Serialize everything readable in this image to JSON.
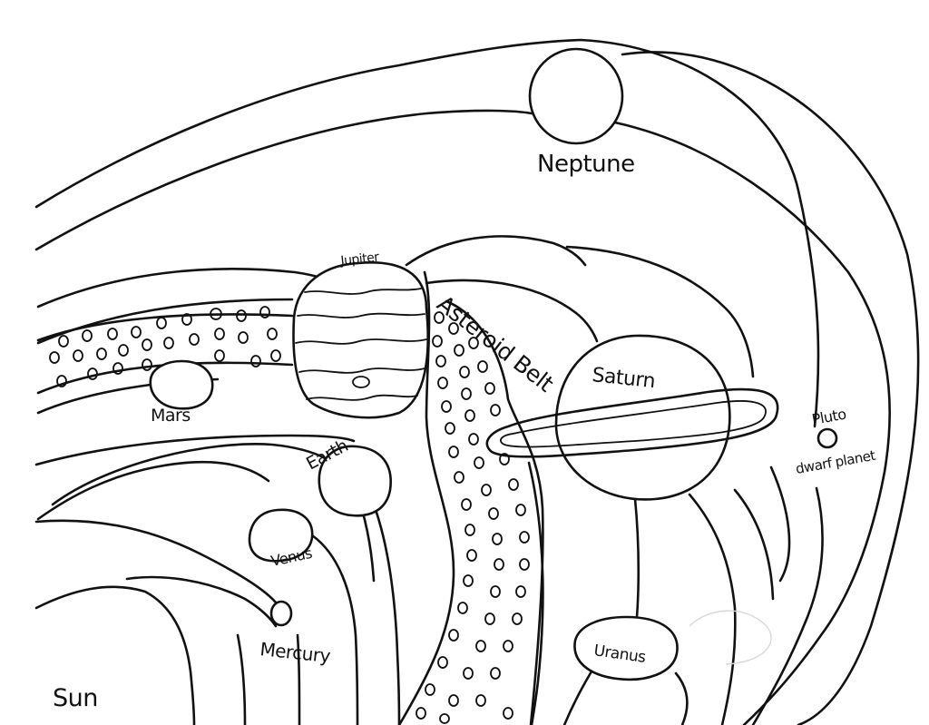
{
  "labels": {
    "neptune": "Neptune",
    "jupiter": "Jupiter",
    "asteroid_belt": "Asteroid Belt",
    "saturn": "Saturn",
    "pluto": "Pluto",
    "dwarf_planet": "dwarf planet",
    "mars": "Mars",
    "earth": "Earth",
    "venus": "Venus",
    "mercury": "Mercury",
    "uranus": "Uranus",
    "sun": "Sun"
  },
  "ink_color": "#111111",
  "background_color": "#ffffff"
}
